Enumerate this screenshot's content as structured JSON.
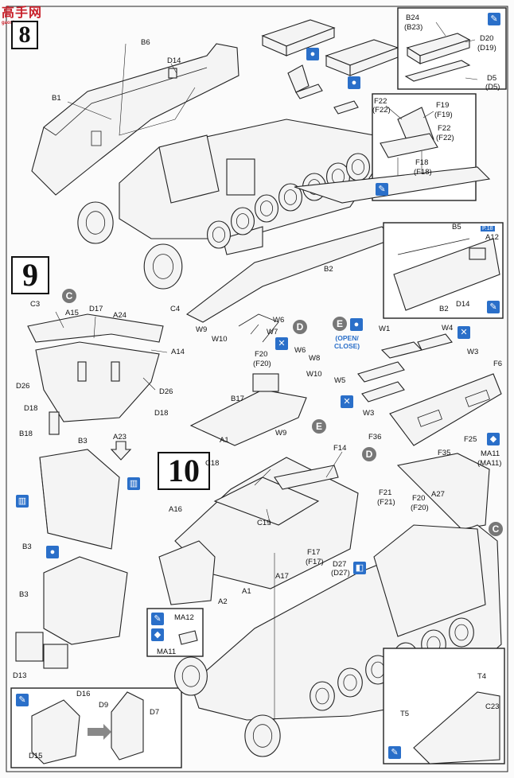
{
  "watermark": {
    "logo_text": "高手网",
    "url": "gaoshou.com"
  },
  "steps": [
    {
      "number": "8"
    },
    {
      "number": "9"
    },
    {
      "number": "10"
    }
  ],
  "badges": {
    "c": "C",
    "d": "D",
    "e": "E"
  },
  "open_close": {
    "line1": "(OPEN/",
    "line2": "CLOSE)"
  },
  "page_ref": "P.18",
  "labels": {
    "b6": "B6",
    "d14_top": "D14",
    "b1": "B1",
    "b24": "B24",
    "b23": "(B23)",
    "d20": "D20",
    "d19": "(D19)",
    "d5": "D5",
    "d5p": "(D5)",
    "f22a": "F22",
    "f22ap": "(F22)",
    "f19": "F19",
    "f19p": "(F19)",
    "f22b": "F22",
    "f22bp": "(F22)",
    "f18": "F18",
    "f18p": "(F18)",
    "b5": "B5",
    "a12": "A12",
    "b2_inset": "B2",
    "d14_inset": "D14",
    "b2": "B2",
    "c3": "C3",
    "a15": "A15",
    "d17": "D17",
    "a24": "A24",
    "c4": "C4",
    "a14": "A14",
    "d26a": "D26",
    "d26b": "D26",
    "d18a": "D18",
    "d18b": "D18",
    "b18": "B18",
    "b3a": "B3",
    "a23": "A23",
    "w9a": "W9",
    "w10a": "W10",
    "w6a": "W6",
    "w7": "W7",
    "f20a": "F20",
    "f20ap": "(F20)",
    "w6b": "W6",
    "w8": "W8",
    "w10b": "W10",
    "b17": "B17",
    "a1a": "A1",
    "w9b": "W9",
    "w1": "W1",
    "w4": "W4",
    "w3a": "W3",
    "w5": "W5",
    "w3b": "W3",
    "f6": "F6",
    "f25": "F25",
    "f36": "F36",
    "f35": "F35",
    "ma11a": "MA11",
    "ma11ap": "(MA11)",
    "a27": "A27",
    "f21": "F21",
    "f21p": "(F21)",
    "f20b": "F20",
    "f20bp": "(F20)",
    "b3b": "B3",
    "c18": "C18",
    "f14": "F14",
    "a16": "A16",
    "c19": "C19",
    "a17": "A17",
    "f17": "F17",
    "f17p": "(F17)",
    "d27": "D27",
    "d27p": "(D27)",
    "a1b": "A1",
    "a2": "A2",
    "ma12": "MA12",
    "ma11b": "MA11",
    "b3c": "B3",
    "d13": "D13",
    "d16": "D16",
    "d9": "D9",
    "d7": "D7",
    "d15": "D15",
    "t4": "T4",
    "c23": "C23",
    "t5": "T5"
  }
}
